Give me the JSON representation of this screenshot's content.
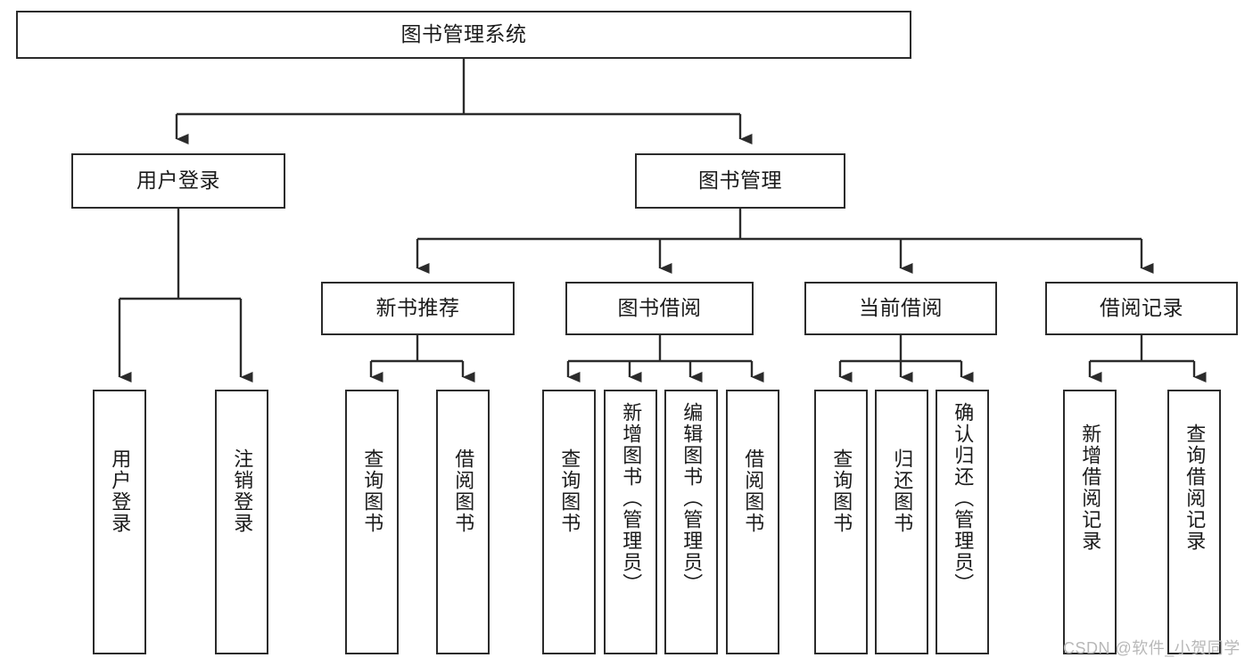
{
  "diagram": {
    "type": "tree-hierarchy",
    "title": "图书管理系统",
    "orientation": "top-down",
    "colors": {
      "stroke": "#2b2b2b",
      "fill": "#ffffff",
      "text": "#1b1b1b",
      "watermark": "#b8b8b8"
    },
    "root": {
      "id": "root",
      "label": "图书管理系统"
    },
    "level2": [
      {
        "id": "user-login",
        "label": "用户登录"
      },
      {
        "id": "book-manage",
        "label": "图书管理"
      }
    ],
    "level3": [
      {
        "id": "new-book-rec",
        "label": "新书推荐",
        "parent": "book-manage"
      },
      {
        "id": "book-borrow",
        "label": "图书借阅",
        "parent": "book-manage"
      },
      {
        "id": "current-borrow",
        "label": "当前借阅",
        "parent": "book-manage"
      },
      {
        "id": "borrow-record",
        "label": "借阅记录",
        "parent": "book-manage"
      }
    ],
    "leaves": [
      {
        "id": "leaf-user-login",
        "label": "用户登录",
        "parent": "user-login"
      },
      {
        "id": "leaf-user-logout",
        "label": "注销登录",
        "parent": "user-login"
      },
      {
        "id": "leaf-query-book-1",
        "label": "查询图书",
        "parent": "new-book-rec"
      },
      {
        "id": "leaf-borrow-book-1",
        "label": "借阅图书",
        "parent": "new-book-rec"
      },
      {
        "id": "leaf-query-book-2",
        "label": "查询图书",
        "parent": "book-borrow"
      },
      {
        "id": "leaf-add-book",
        "label": "新增图书（管理员）",
        "parent": "book-borrow"
      },
      {
        "id": "leaf-edit-book",
        "label": "编辑图书（管理员）",
        "parent": "book-borrow"
      },
      {
        "id": "leaf-borrow-book-2",
        "label": "借阅图书",
        "parent": "book-borrow"
      },
      {
        "id": "leaf-query-book-3",
        "label": "查询图书",
        "parent": "current-borrow"
      },
      {
        "id": "leaf-return-book",
        "label": "归还图书",
        "parent": "current-borrow"
      },
      {
        "id": "leaf-confirm-return",
        "label": "确认归还（管理员）",
        "parent": "current-borrow"
      },
      {
        "id": "leaf-add-record",
        "label": "新增借阅记录",
        "parent": "borrow-record"
      },
      {
        "id": "leaf-query-record",
        "label": "查询借阅记录",
        "parent": "borrow-record"
      }
    ]
  },
  "watermark": {
    "text": "CSDN @软件_小贺同学"
  }
}
